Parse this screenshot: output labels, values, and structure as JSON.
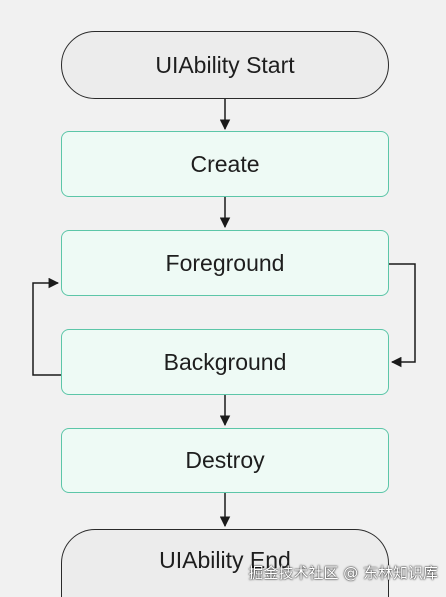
{
  "nodes": {
    "start": "UIAbility Start",
    "create": "Create",
    "foreground": "Foreground",
    "background": "Background",
    "destroy": "Destroy",
    "end": "UIAbility End"
  },
  "watermark": "掘金技术社区 @ 东林知识库",
  "colors": {
    "state_border": "#5cc6a8",
    "state_fill": "#eefaf5",
    "terminal_border": "#2a2a2a",
    "terminal_fill": "#ececec",
    "arrow": "#1a1a1a"
  }
}
